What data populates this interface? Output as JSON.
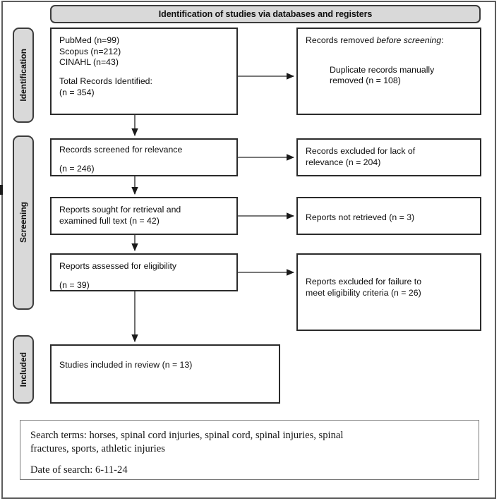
{
  "diagram": {
    "title": "Identification of studies via databases and registers",
    "stages": [
      {
        "key": "identification",
        "label": "Identification"
      },
      {
        "key": "screening",
        "label": "Screening"
      },
      {
        "key": "included",
        "label": "Included"
      }
    ],
    "boxes": {
      "identified": {
        "line1": "PubMed (n=99)",
        "line2": "Scopus (n=212)",
        "line3": "CINAHL (n=43)",
        "line4": "Total Records Identified:",
        "line5": "(n = 354)"
      },
      "removed": {
        "line1_a": "Records removed ",
        "line1_b": "before screening",
        "line1_c": ":",
        "line2": "Duplicate records manually",
        "line3": "removed (n = 108)"
      },
      "screened": {
        "line1": "Records screened for relevance",
        "line2": "(n = 246)"
      },
      "excluded_relevance": {
        "line1": "Records excluded for lack of",
        "line2": "relevance (n = 204)"
      },
      "sought": {
        "line1": "Reports sought for retrieval and",
        "line2": "examined full text (n = 42)"
      },
      "not_retrieved": {
        "line1": "Reports not retrieved (n = 3)"
      },
      "assessed": {
        "line1": "Reports assessed for eligibility",
        "line2": "(n = 39)"
      },
      "excluded_eligibility": {
        "line1": "Reports excluded for failure to",
        "line2": "meet eligibility criteria (n = 26)"
      },
      "included": {
        "line1": "Studies included in review (n = 13)"
      }
    },
    "note": {
      "line1": "Search terms: horses, spinal cord injuries, spinal cord, spinal injuries, spinal",
      "line2": "fractures, sports, athletic injuries",
      "line3": "Date of search: 6-11-24"
    },
    "counts": {
      "pubmed": 99,
      "scopus": 212,
      "cinahl": 43,
      "total_identified": 354,
      "duplicates_removed": 108,
      "screened": 246,
      "excluded_relevance": 204,
      "sought_full_text": 42,
      "not_retrieved": 3,
      "assessed_eligibility": 39,
      "excluded_eligibility": 26,
      "included_in_review": 13
    },
    "colors": {
      "stage_fill": "#d9d9d9",
      "box_border": "#2b2b2b",
      "frame_border": "#5d5d5d",
      "text": "#0d0d0d"
    }
  }
}
